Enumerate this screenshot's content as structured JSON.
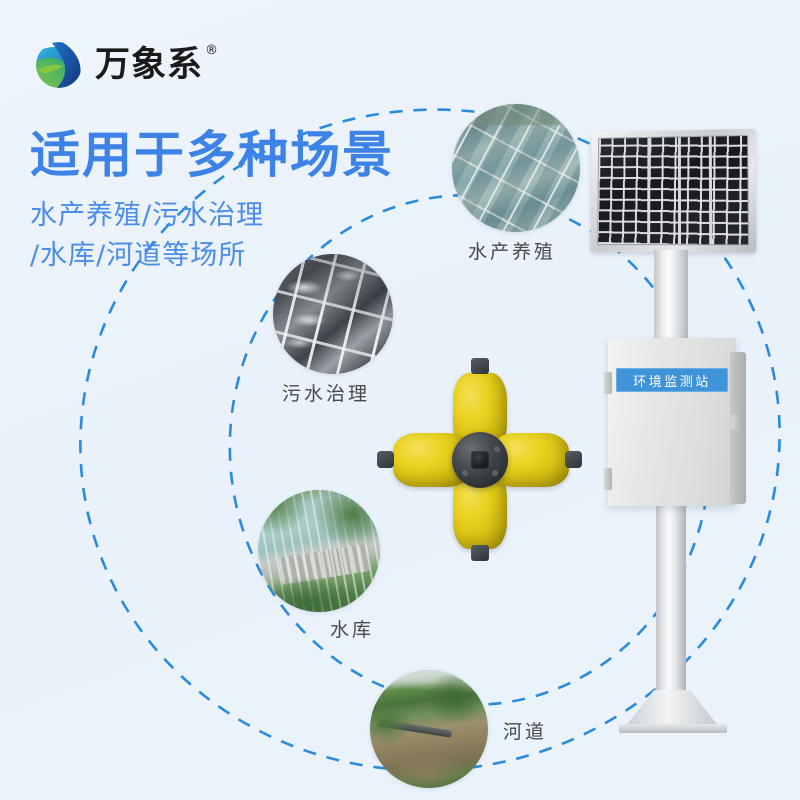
{
  "brand": {
    "name": "万象系",
    "registered_mark": "®",
    "logo_icon": "swirl-globe-icon",
    "logo_colors": [
      "#1a4fa0",
      "#1f8fd0",
      "#8cc63f",
      "#35b56a"
    ]
  },
  "headline": {
    "title": "适用于多种场景",
    "title_color": "#3d82e6",
    "subtitle_line1": "水产养殖/污水治理",
    "subtitle_line2": "/水库/河道等场所",
    "subtitle_color": "#4b8ce8"
  },
  "background": {
    "color": "#eef4fb",
    "orbit_color": "#2a8bdc",
    "orbit_style": "dashed"
  },
  "scenes": [
    {
      "id": "aquaculture",
      "label": "水产养殖",
      "image_desc": "aerial view of aquaculture fish ponds",
      "caption_position": "below"
    },
    {
      "id": "sewage-treatment",
      "label": "污水治理",
      "image_desc": "aerial view of sewage treatment aeration tanks",
      "caption_position": "below"
    },
    {
      "id": "reservoir",
      "label": "水库",
      "image_desc": "aerial view of reservoir dam with green hills",
      "caption_position": "below"
    },
    {
      "id": "river-channel",
      "label": "河道",
      "image_desc": "aerial view of a river channel with bridge and trees",
      "caption_position": "right"
    }
  ],
  "device": {
    "station_label": "环境监测站",
    "station_label_bg": "#3f93d8",
    "station_label_color": "#ffffff",
    "parts": {
      "solar_panel": "solar-panel",
      "pole": "mounting-pole",
      "base": "pole-base-plate",
      "enclosure": "monitoring-station-enclosure"
    }
  },
  "buoy": {
    "name": "water-quality-monitoring-buoy",
    "float_count": 4,
    "float_color": "#e8d01c",
    "hub_color": "#2a2d30"
  }
}
